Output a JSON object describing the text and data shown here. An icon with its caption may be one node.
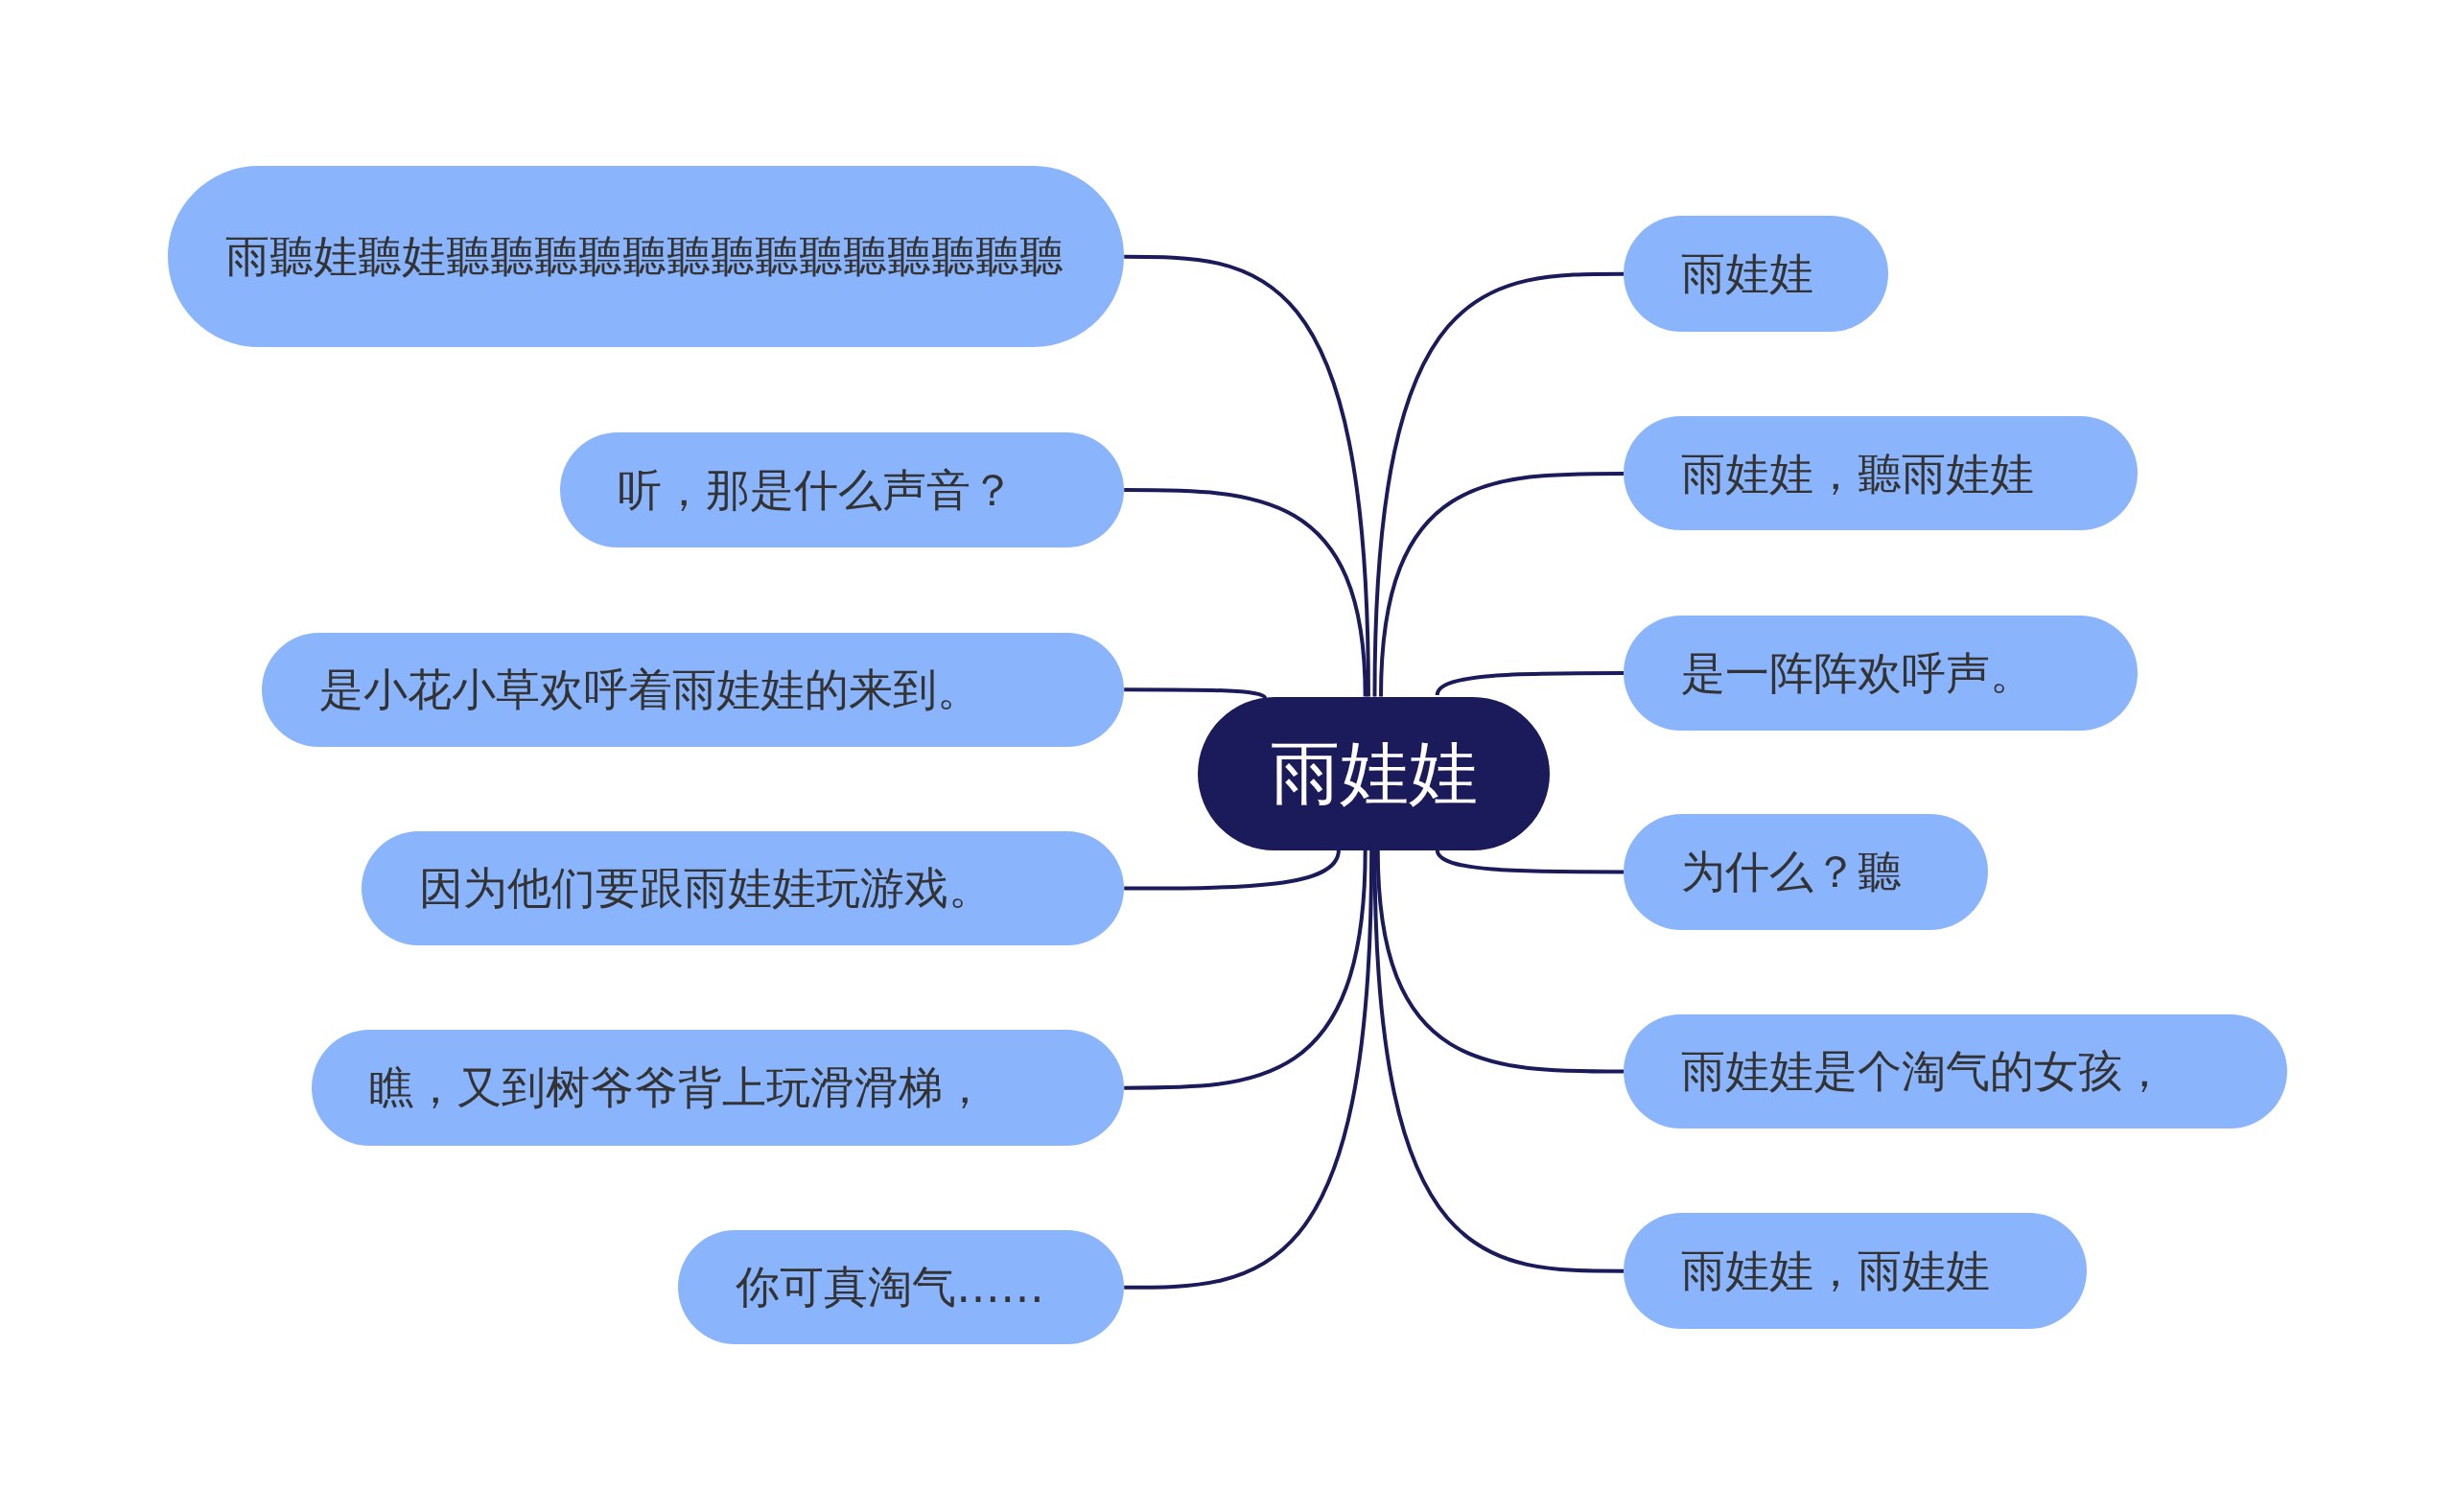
{
  "diagram": {
    "nodes": [
      {
        "text": [
          "雨娃娃"
        ]
      },
      {
        "text": [
          "雨聽娃聽娃聽聽聽聽聽聽聽聽聽聽聽聽聽聽"
        ]
      },
      {
        "text": [
          "听，那是什么声音？"
        ]
      },
      {
        "text": [
          "是小花小草欢呼着雨娃娃的来到。"
        ]
      },
      {
        "text": [
          "因为他们要跟雨娃娃玩游戏。"
        ]
      },
      {
        "text": [
          "瞧，又到树爷爷背上玩滑滑梯，"
        ]
      },
      {
        "text": [
          "你可真淘气……"
        ]
      },
      {
        "text": [
          "雨娃娃"
        ]
      },
      {
        "text": [
          "雨娃娃，聽雨娃娃"
        ]
      },
      {
        "text": [
          "是一阵阵欢呼声。"
        ]
      },
      {
        "text": [
          "为什么？聽"
        ]
      },
      {
        "text": [
          "雨娃娃是个淘气的女孩，"
        ]
      },
      {
        "text": [
          "雨娃娃，雨娃娃"
        ]
      }
    ],
    "edges": [
      {
        "from": 0,
        "to": 1,
        "arrow": "none"
      },
      {
        "from": 0,
        "to": 2,
        "arrow": "none"
      },
      {
        "from": 0,
        "to": 3,
        "arrow": "none"
      },
      {
        "from": 0,
        "to": 4,
        "arrow": "none"
      },
      {
        "from": 0,
        "to": 5,
        "arrow": "none"
      },
      {
        "from": 0,
        "to": 6,
        "arrow": "none"
      },
      {
        "from": 0,
        "to": 7,
        "arrow": "none"
      },
      {
        "from": 0,
        "to": 8,
        "arrow": "none"
      },
      {
        "from": 0,
        "to": 9,
        "arrow": "none"
      },
      {
        "from": 0,
        "to": 10,
        "arrow": "none"
      },
      {
        "from": 0,
        "to": 11,
        "arrow": "none"
      },
      {
        "from": 0,
        "to": 12,
        "arrow": "none"
      }
    ]
  }
}
